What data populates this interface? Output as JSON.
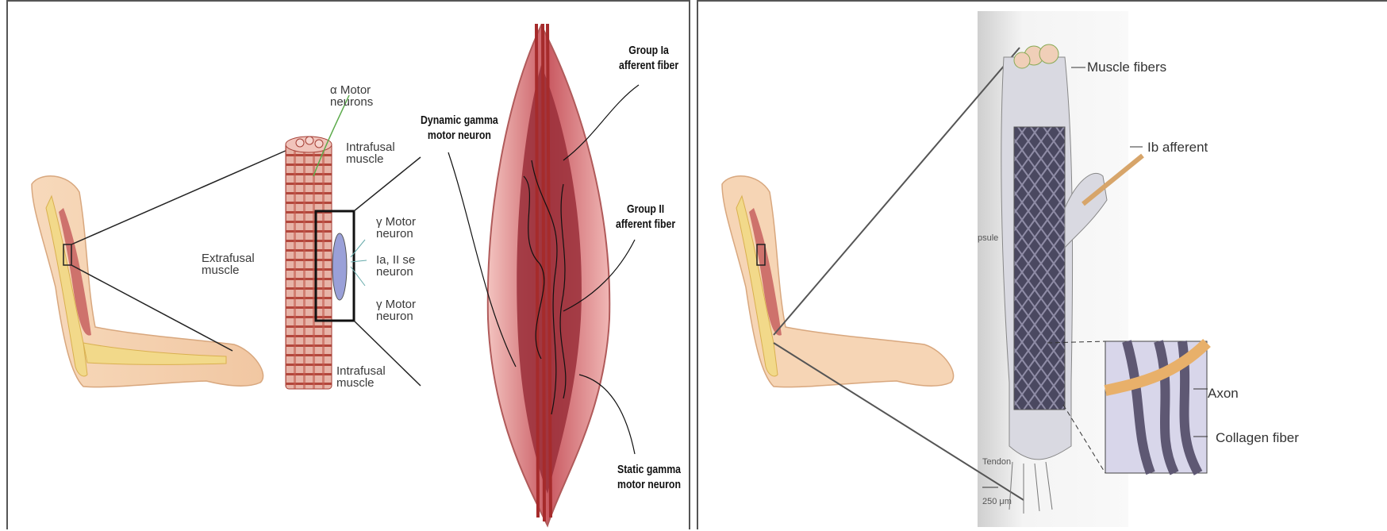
{
  "left_figure": {
    "labels": {
      "alpha_motor": "α Motor neurons",
      "alpha_motor_l1": "α Motor",
      "alpha_motor_l2": "neurons",
      "intrafusal_top_l1": "Intrafusal",
      "intrafusal_top_l2": "muscle",
      "gamma_motor_1_l1": "γ Motor",
      "gamma_motor_1_l2": "neuron",
      "ia_ii_l1": "Ia, II se",
      "ia_ii_l2": "neuron",
      "gamma_motor_2_l1": "γ Motor",
      "gamma_motor_2_l2": "neuron",
      "intrafusal_bottom_l1": "Intrafusal",
      "intrafusal_bottom_l2": "muscle",
      "extrafusal_l1": "Extrafusal",
      "extrafusal_l2": "muscle"
    },
    "spindle_labels": {
      "group_ia_l1": "Group Ia",
      "group_ia_l2": "afferent fiber",
      "dynamic_gamma_l1": "Dynamic gamma",
      "dynamic_gamma_l2": "motor neuron",
      "group_ii_l1": "Group II",
      "group_ii_l2": "afferent fiber",
      "static_gamma_l1": "Static gamma",
      "static_gamma_l2": "motor neuron"
    }
  },
  "right_figure": {
    "labels": {
      "muscle_fibers": "Muscle fibers",
      "ib_afferent": "Ib afferent",
      "capsule": "psule",
      "axon": "Axon",
      "collagen_fiber": "Collagen fiber",
      "tendon": "Tendon",
      "scale": "250 μm"
    }
  },
  "colors": {
    "muscle_red": "#b84a3f",
    "spindle_pink": "#e9a6a4",
    "bone_yellow": "#f2d98a",
    "skin": "#f6d7b8",
    "collagen_purple": "#5e5873",
    "axon_orange": "#e8b06a",
    "capsule_grey": "#cfcfd6"
  }
}
